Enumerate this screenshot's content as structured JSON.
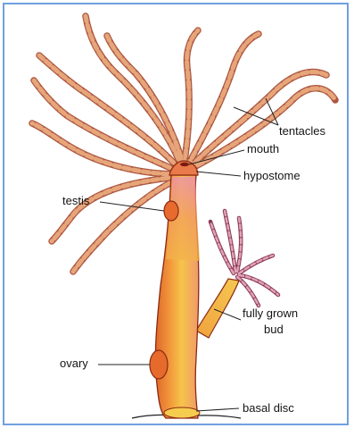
{
  "labels": {
    "tentacles": "tentacles",
    "mouth": "mouth",
    "hypostome": "hypostome",
    "testis": "testis",
    "bud_line1": "fully grown",
    "bud_line2": "bud",
    "ovary": "ovary",
    "basal_disc": "basal disc"
  },
  "colors": {
    "frame": "#6fa0df",
    "body_light": "#f6c44a",
    "body_mid": "#ee8838",
    "body_pink": "#ee8fb0",
    "outline": "#8a2a12",
    "tentacle": "#d9885e",
    "leader": "#222222"
  }
}
